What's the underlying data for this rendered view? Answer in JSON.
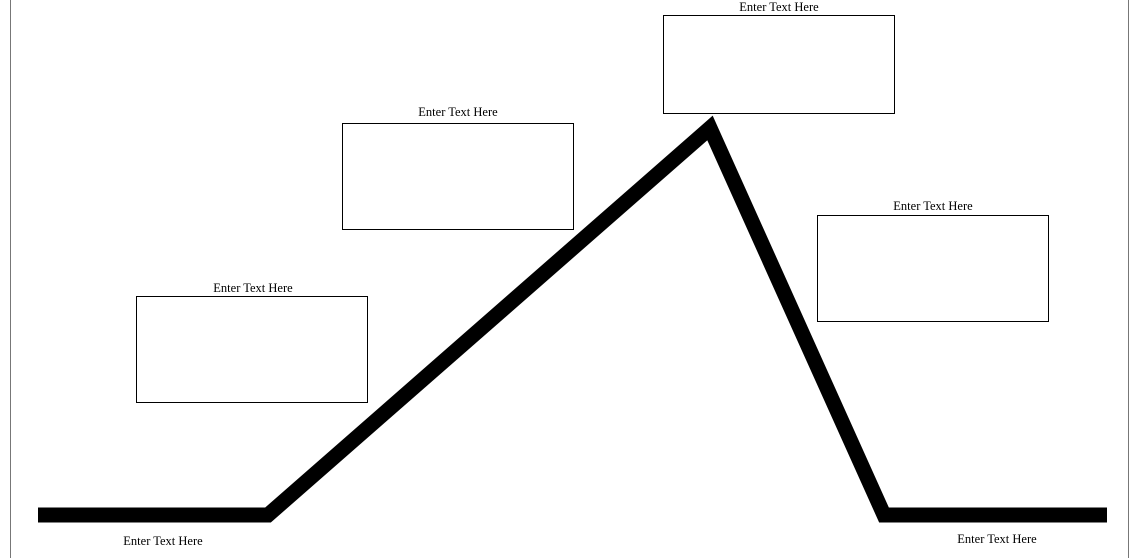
{
  "diagram": {
    "line_color": "#000000",
    "text_boxes": [
      {
        "label": "Enter Text Here"
      },
      {
        "label": "Enter Text Here"
      },
      {
        "label": "Enter Text Here"
      },
      {
        "label": "Enter Text Here"
      }
    ],
    "bottom_labels": [
      {
        "label": "Enter Text Here"
      },
      {
        "label": "Enter Text Here"
      }
    ]
  }
}
